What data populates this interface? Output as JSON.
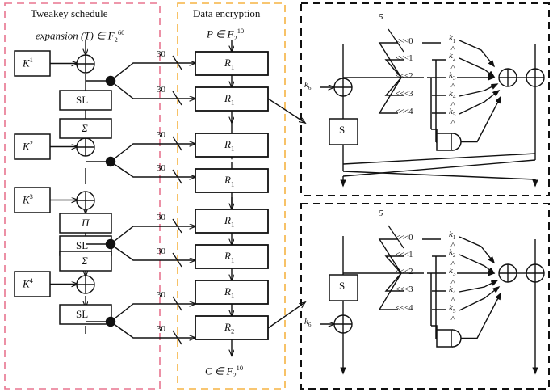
{
  "figure": {
    "kind": "block-cipher-diagram",
    "panels": {
      "tweakey": {
        "title": "Tweakey schedule",
        "input_label": "expansion (T) ∈ F",
        "input_sub": "2",
        "input_sup": "60",
        "border_color": "#e8758f",
        "key_boxes": [
          {
            "base": "K",
            "sup": "1"
          },
          {
            "base": "K",
            "sup": "2"
          },
          {
            "base": "K",
            "sup": "3"
          },
          {
            "base": "K",
            "sup": "4"
          }
        ],
        "op_boxes": [
          "SL",
          "Σ",
          "Π",
          "SL",
          "Σ",
          "SL"
        ],
        "xor_symbol": "⊕",
        "tap_label": "30",
        "tap_labels": [
          "30",
          "30",
          "30",
          "30",
          "30",
          "30",
          "30",
          "30"
        ]
      },
      "encryption": {
        "title": "Data encryption",
        "input_label": "P ∈ F",
        "input_sub": "2",
        "input_sup": "10",
        "output_label": "C ∈ F",
        "output_sub": "2",
        "output_sup": "10",
        "border_color": "#f5b342",
        "rounds": [
          {
            "base": "R",
            "sub": "1"
          },
          {
            "base": "R",
            "sub": "1"
          },
          {
            "base": "R",
            "sub": "1"
          },
          {
            "base": "R",
            "sub": "1"
          },
          {
            "base": "R",
            "sub": "1"
          },
          {
            "base": "R",
            "sub": "1"
          },
          {
            "base": "R",
            "sub": "1"
          },
          {
            "base": "R",
            "sub": "2"
          }
        ]
      },
      "round_r1": {
        "name": "R1-detail",
        "border_color": "#111111",
        "fanout_label": "5",
        "sbox_label": "S",
        "round_key": {
          "base": "k",
          "sub": "6"
        },
        "order": "xor-then-sbox",
        "rotations": [
          "<<<0",
          "<<<1",
          "<<<2",
          "<<<3",
          "<<<4"
        ],
        "keys": [
          {
            "base": "k",
            "sub": "1"
          },
          {
            "base": "k",
            "sub": "2"
          },
          {
            "base": "k",
            "sub": "3"
          },
          {
            "base": "k",
            "sub": "4"
          },
          {
            "base": "k",
            "sub": "5"
          }
        ],
        "caret": "˄",
        "xor_symbol": "⊕",
        "and_gate": "AND",
        "has_output_swap": true
      },
      "round_r2": {
        "name": "R2-detail",
        "border_color": "#111111",
        "fanout_label": "5",
        "sbox_label": "S",
        "round_key": {
          "base": "k",
          "sub": "6"
        },
        "order": "sbox-then-xor",
        "rotations": [
          "<<<0",
          "<<<1",
          "<<<2",
          "<<<3",
          "<<<4"
        ],
        "keys": [
          {
            "base": "k",
            "sub": "1"
          },
          {
            "base": "k",
            "sub": "2"
          },
          {
            "base": "k",
            "sub": "3"
          },
          {
            "base": "k",
            "sub": "4"
          },
          {
            "base": "k",
            "sub": "5"
          }
        ],
        "caret": "˄",
        "xor_symbol": "⊕",
        "and_gate": "AND",
        "has_output_swap": false
      }
    }
  }
}
